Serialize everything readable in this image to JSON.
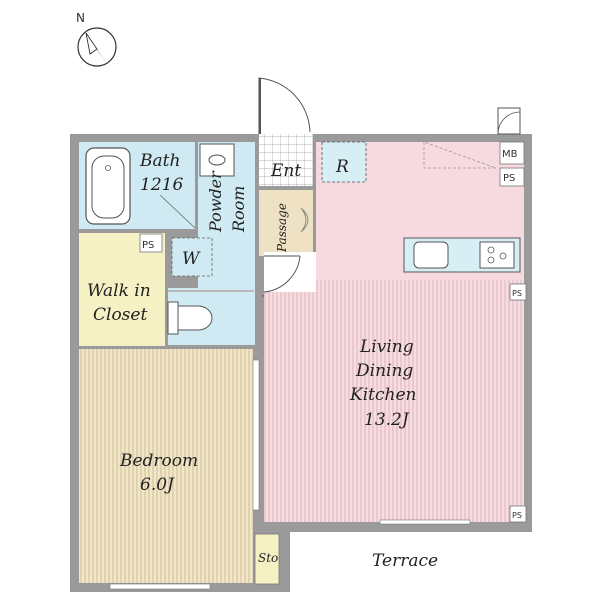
{
  "compass": {
    "north_label": "N"
  },
  "rooms": {
    "bath": {
      "line1": "Bath",
      "line2": "1216"
    },
    "powder": {
      "line1": "Powder",
      "line2": "Room"
    },
    "entrance": {
      "label": "Ent"
    },
    "refrigerator": {
      "label": "R"
    },
    "passage": {
      "label": "Passage"
    },
    "washer": {
      "label": "W"
    },
    "walk_in_closet": {
      "line1": "Walk in",
      "line2": "Closet"
    },
    "ldk": {
      "line1": "Living",
      "line2": "Dining",
      "line3": "Kitchen",
      "line4": "13.2J"
    },
    "bedroom": {
      "line1": "Bedroom",
      "line2": "6.0J"
    },
    "storage": {
      "label": "Sto"
    },
    "terrace": {
      "label": "Terrace"
    }
  },
  "tags": {
    "ps": "PS",
    "mb": "MB"
  },
  "colors": {
    "wall": "#8a8a8a",
    "bath_blue": "#cfeaf2",
    "ldk_pink": "#f4d6dc",
    "kitchen_pink": "#f7d9e0",
    "bedroom_wood": "#efe2c4",
    "closet_yellow": "#f6f1c4"
  }
}
